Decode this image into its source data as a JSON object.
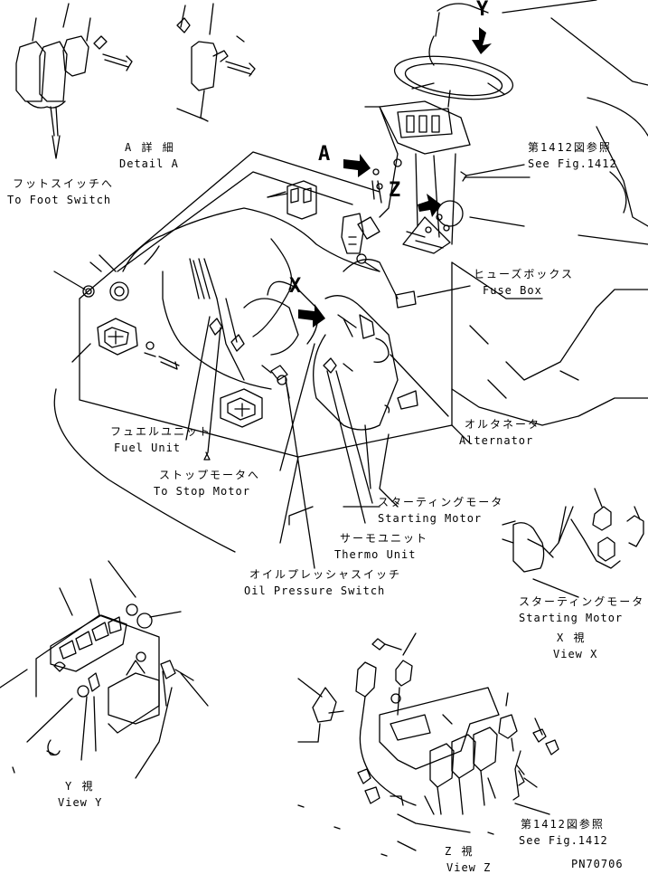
{
  "views": {
    "y_arrow": "Y",
    "a_arrow": "A",
    "z_arrow": "Z",
    "x_arrow": "X"
  },
  "labels": {
    "detail_a_jp": "A 詳 細",
    "detail_a_en": "Detail A",
    "foot_switch_jp": "フットスイッチへ",
    "foot_switch_en": "To Foot Switch",
    "see_fig_top_jp": "第1412図参照",
    "see_fig_top_en": "See Fig.1412",
    "fuse_box_jp": "ヒューズボックス",
    "fuse_box_en": "Fuse Box",
    "alternator_jp": "オルタネータ",
    "alternator_en": "Alternator",
    "fuel_unit_jp": "フュエルユニット",
    "fuel_unit_en": "Fuel Unit",
    "stop_motor_jp": "ストップモータへ",
    "stop_motor_en": "To Stop Motor",
    "starting_motor_jp": "スターティングモータ",
    "starting_motor_en": "Starting Motor",
    "thermo_unit_jp": "サーモユニット",
    "thermo_unit_en": "Thermo Unit",
    "oil_pressure_jp": "オイルプレッシャスイッチ",
    "oil_pressure_en": "Oil Pressure Switch",
    "starting_motor_x_jp": "スターティングモータ",
    "starting_motor_x_en": "Starting Motor",
    "view_x_jp": "X 視",
    "view_x_en": "View X",
    "view_y_jp": "Y 視",
    "view_y_en": "View Y",
    "see_fig_bottom_jp": "第1412図参照",
    "see_fig_bottom_en": "See Fig.1412",
    "view_z_jp": "Z 視",
    "view_z_en": "View Z",
    "part_number": "PN70706"
  }
}
